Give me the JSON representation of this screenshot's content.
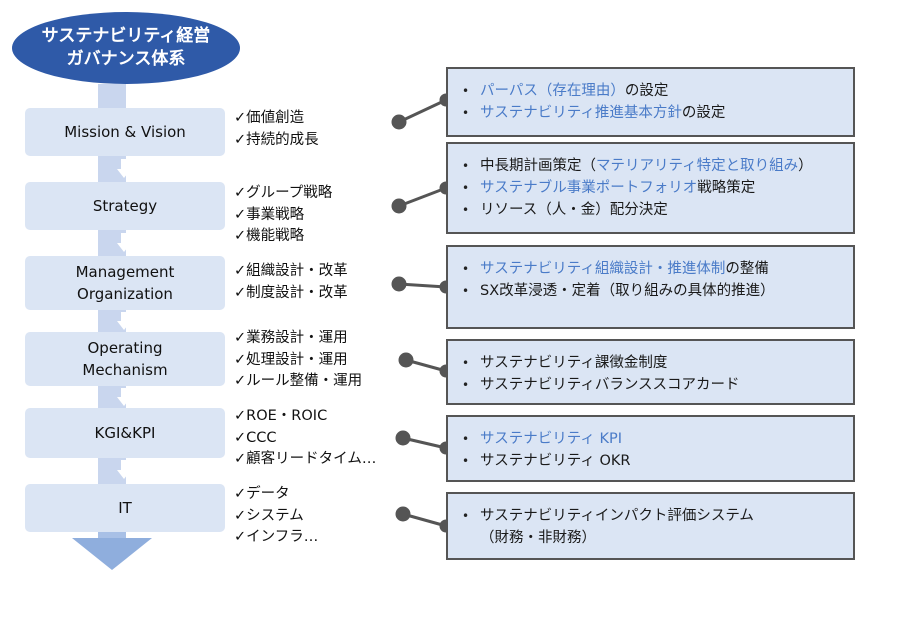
{
  "title": {
    "line1": "サステナビリティ経営",
    "line2": "ガバナンス体系"
  },
  "levels": [
    {
      "label_lines": [
        "Mission & Vision"
      ],
      "checks": [
        "✓価値創造",
        "✓持続的成長"
      ],
      "details": [
        [
          {
            "t": "パーパス（存在理由）",
            "h": true
          },
          {
            "t": "の設定",
            "h": false
          }
        ],
        [
          {
            "t": "サステナビリティ推進基本方針",
            "h": true
          },
          {
            "t": "の設定",
            "h": false
          }
        ]
      ]
    },
    {
      "label_lines": [
        "Strategy"
      ],
      "checks": [
        "✓グループ戦略",
        "✓事業戦略",
        "✓機能戦略"
      ],
      "details": [
        [
          {
            "t": "中長期計画策定（",
            "h": false
          },
          {
            "t": "マテリアリティ特定と取り組み",
            "h": true
          },
          {
            "t": "）",
            "h": false
          }
        ],
        [
          {
            "t": "サステナブル事業ポートフォリオ",
            "h": true
          },
          {
            "t": "戦略策定",
            "h": false
          }
        ],
        [
          {
            "t": "リソース（人・金）配分決定",
            "h": false
          }
        ]
      ]
    },
    {
      "label_lines": [
        "Management",
        "Organization"
      ],
      "checks": [
        "✓組織設計・改革",
        "✓制度設計・改革"
      ],
      "details": [
        [
          {
            "t": "サステナビリティ組織設計・推進体制",
            "h": true
          },
          {
            "t": "の整備",
            "h": false
          }
        ],
        [
          {
            "t": "SX改革浸透・定着（取り組みの具体的推進）",
            "h": false
          }
        ]
      ]
    },
    {
      "label_lines": [
        "Operating",
        "Mechanism"
      ],
      "checks": [
        "✓業務設計・運用",
        "✓処理設計・運用",
        "✓ルール整備・運用"
      ],
      "details": [
        [
          {
            "t": "サステナビリティ課徴金制度",
            "h": false
          }
        ],
        [
          {
            "t": "サステナビリティバランススコアカード",
            "h": false
          }
        ]
      ]
    },
    {
      "label_lines": [
        "KGI&KPI"
      ],
      "checks": [
        "✓ROE・ROIC",
        "✓CCC",
        "✓顧客リードタイム…"
      ],
      "details": [
        [
          {
            "t": "サステナビリティ KPI",
            "h": true
          }
        ],
        [
          {
            "t": "サステナビリティ OKR",
            "h": false
          }
        ]
      ]
    },
    {
      "label_lines": [
        "IT"
      ],
      "checks": [
        "✓データ",
        "✓システム",
        "✓インフラ…"
      ],
      "details": [
        [
          {
            "t": "サステナビリティインパクト評価システム",
            "h": false
          }
        ],
        [
          {
            "t": "（財務・非財務）",
            "h": false,
            "cont": true
          }
        ]
      ]
    }
  ],
  "colors": {
    "title_bg": "#2f5aa8",
    "level_bg": "#dbe5f4",
    "highlight": "#4a7bc8",
    "connector": "#555555"
  }
}
